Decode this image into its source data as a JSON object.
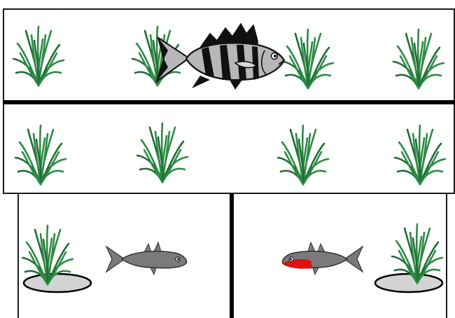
{
  "scene": {
    "colors": {
      "background": "#ffffff",
      "border": "#1a1a1a",
      "divider": "#000000",
      "plant": "#2e8b45",
      "plant_dark": "#1f6e33",
      "perch_body": "#b7b7b7",
      "perch_stripes": "#111111",
      "fish_gray": "#7a7a7a",
      "fish_red": "#e01010",
      "pit_fill": "#d3d3d3",
      "pit_outline": "#000000"
    },
    "panels": [
      {
        "name": "top",
        "contents": [
          "seagrass",
          "seagrass",
          "striped-perch",
          "seagrass",
          "seagrass"
        ]
      },
      {
        "name": "middle",
        "contents": [
          "seagrass",
          "seagrass",
          "seagrass",
          "seagrass"
        ]
      },
      {
        "name": "bottom-left",
        "contents": [
          "seagrass-in-pit",
          "gray-stickleback"
        ]
      },
      {
        "name": "bottom-right",
        "contents": [
          "red-throated-stickleback",
          "seagrass-in-pit"
        ]
      }
    ]
  }
}
